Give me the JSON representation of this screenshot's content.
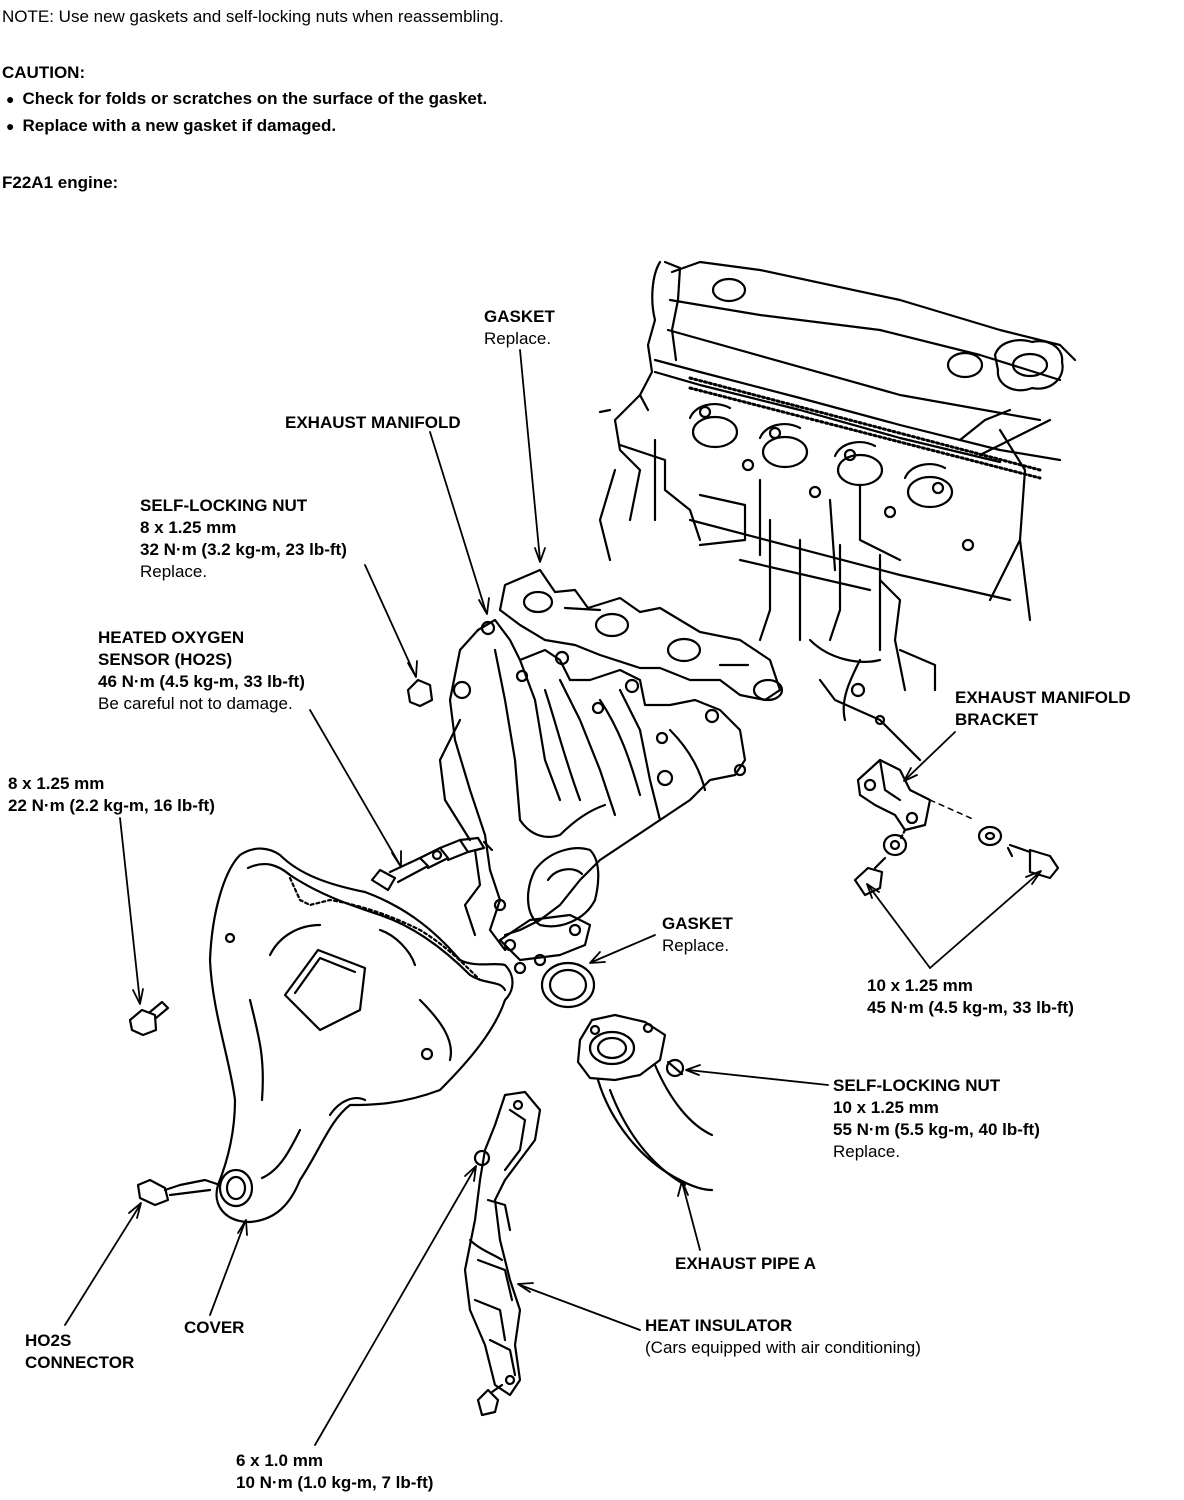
{
  "note": "NOTE:  Use new gaskets and self-locking nuts when reassembling.",
  "caution": {
    "title": "CAUTION:",
    "items": [
      "Check for folds or scratches on the surface of the gasket.",
      "Replace with a new gasket if damaged."
    ],
    "bullet_glyph": "●"
  },
  "engine_heading": "F22A1 engine:",
  "labels": {
    "gasket_top": {
      "name": "GASKET",
      "note": "Replace."
    },
    "exhaust_manifold": {
      "name": "EXHAUST MANIFOLD"
    },
    "self_locking_nut_top": {
      "name": "SELF-LOCKING NUT",
      "size": "8 x 1.25 mm",
      "torque": "32 N·m (3.2 kg-m, 23 lb-ft)",
      "note": "Replace."
    },
    "ho2s": {
      "name1": "HEATED OXYGEN",
      "name2": "SENSOR (HO2S)",
      "torque": "46 N·m (4.5 kg-m, 33 lb-ft)",
      "note": "Be careful not to damage."
    },
    "bolt_8mm": {
      "size": "8 x 1.25 mm",
      "torque": "22 N·m (2.2 kg-m, 16 lb-ft)"
    },
    "manifold_bracket": {
      "name1": "EXHAUST MANIFOLD",
      "name2": "BRACKET"
    },
    "gasket_mid": {
      "name": "GASKET",
      "note": "Replace."
    },
    "bolt_10mm": {
      "size": "10 x 1.25 mm",
      "torque": "45 N·m (4.5 kg-m, 33 lb-ft)"
    },
    "self_locking_nut_bottom": {
      "name": "SELF-LOCKING NUT",
      "size": "10 x 1.25 mm",
      "torque": "55 N·m (5.5 kg-m, 40 lb-ft)",
      "note": "Replace."
    },
    "exhaust_pipe_a": {
      "name": "EXHAUST PIPE A"
    },
    "heat_insulator": {
      "name": "HEAT INSULATOR",
      "note": "(Cars equipped with air conditioning)"
    },
    "cover": {
      "name": "COVER"
    },
    "ho2s_connector": {
      "name1": "HO2S",
      "name2": "CONNECTOR"
    },
    "bolt_6mm": {
      "size": "6 x 1.0 mm",
      "torque": "10 N·m (1.0 kg-m, 7 lb-ft)"
    }
  }
}
